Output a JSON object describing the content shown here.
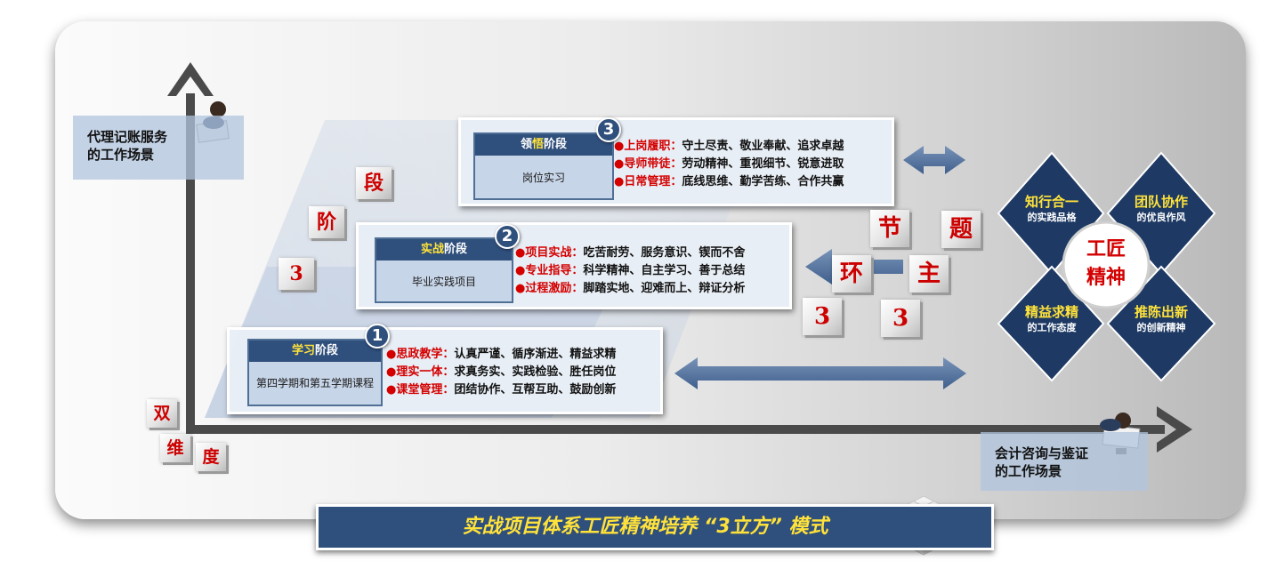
{
  "axes": {
    "y_label_line1": "代理记账服务",
    "y_label_line2": "的工作场景",
    "x_label_line1": "会计咨询与鉴证",
    "x_label_line2": "的工作场景"
  },
  "stages": [
    {
      "number": "1",
      "title_highlight": "学习",
      "title_rest": "阶段",
      "content": "第四学期和第五学期课程",
      "items": [
        {
          "key": "●思政教学：",
          "text": "认真严谨、循序渐进、精益求精"
        },
        {
          "key": "●理实一体：",
          "text": "求真务实、实践检验、胜任岗位"
        },
        {
          "key": "●课堂管理：",
          "text": "团结协作、互帮互助、鼓励创新"
        }
      ]
    },
    {
      "number": "2",
      "title_highlight": "实战",
      "title_rest": "阶段",
      "content": "毕业实践项目",
      "items": [
        {
          "key": "●项目实战：",
          "text": "吃苦耐劳、服务意识、锲而不舍"
        },
        {
          "key": "●专业指导：",
          "text": "科学精神、自主学习、善于总结"
        },
        {
          "key": "●过程激励：",
          "text": "脚踏实地、迎难而上、辩证分析"
        }
      ]
    },
    {
      "number": "3",
      "title_prefix": "领",
      "title_highlight": "悟",
      "title_rest": "阶段",
      "content": "岗位实习",
      "items": [
        {
          "key": "●上岗履职：",
          "text": "守土尽责、敬业奉献、追求卓越"
        },
        {
          "key": "●导师带徒：",
          "text": "劳动精神、重视细节、锐意进取"
        },
        {
          "key": "●日常管理：",
          "text": "底线思维、勤学苦练、合作共赢"
        }
      ]
    }
  ],
  "cubes": {
    "dimension": [
      "双",
      "维",
      "度"
    ],
    "stages3": [
      "3",
      "阶",
      "段"
    ],
    "links3": [
      "3",
      "环",
      "节"
    ],
    "topics3": [
      "3",
      "主",
      "题"
    ]
  },
  "spirit": {
    "center_line1": "工匠",
    "center_line2": "精神",
    "quadrants": [
      {
        "title": "知行合一",
        "sub": "的实践品格"
      },
      {
        "title": "团队协作",
        "sub": "的优良作风"
      },
      {
        "title": "精益求精",
        "sub": "的工作态度"
      },
      {
        "title": "推陈出新",
        "sub": "的创新精神"
      }
    ]
  },
  "banner": {
    "title": "实战项目体系工匠精神培养 “3立方” 模式"
  },
  "colors": {
    "navy": "#2f4f7c",
    "diamond": "#1e3a64",
    "accent_red": "#d40000",
    "accent_yellow": "#ffe23a"
  }
}
